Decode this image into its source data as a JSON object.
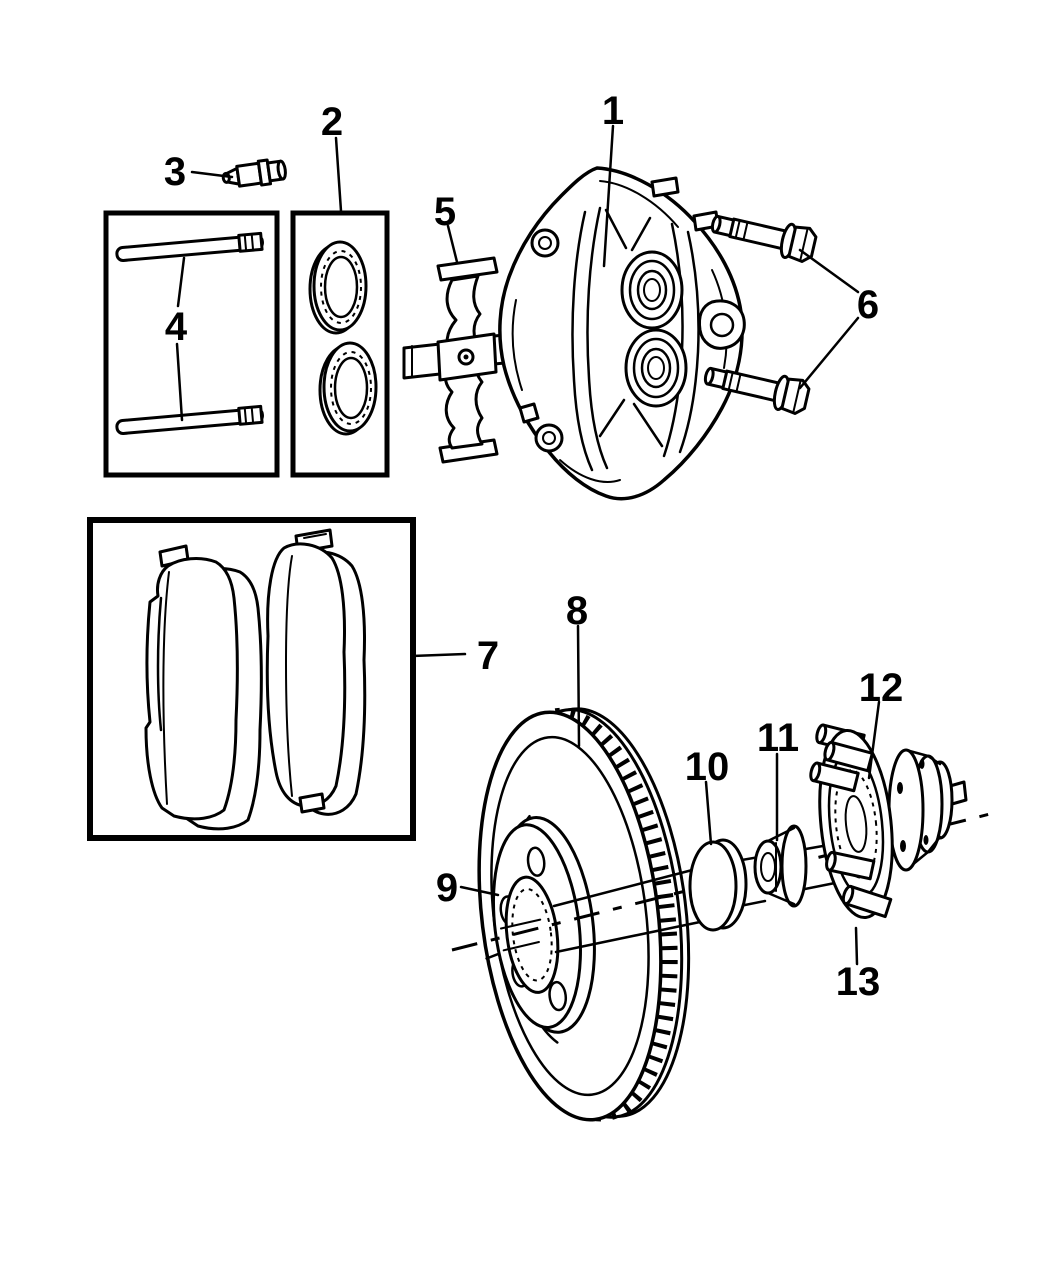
{
  "figure": {
    "background_color": "#ffffff",
    "line_color": "#000000",
    "callouts": [
      {
        "label": "1"
      },
      {
        "label": "2"
      },
      {
        "label": "3"
      },
      {
        "label": "4"
      },
      {
        "label": "5"
      },
      {
        "label": "6"
      },
      {
        "label": "7"
      },
      {
        "label": "8"
      },
      {
        "label": "9"
      },
      {
        "label": "10"
      },
      {
        "label": "11"
      },
      {
        "label": "12"
      },
      {
        "label": "13"
      }
    ]
  }
}
